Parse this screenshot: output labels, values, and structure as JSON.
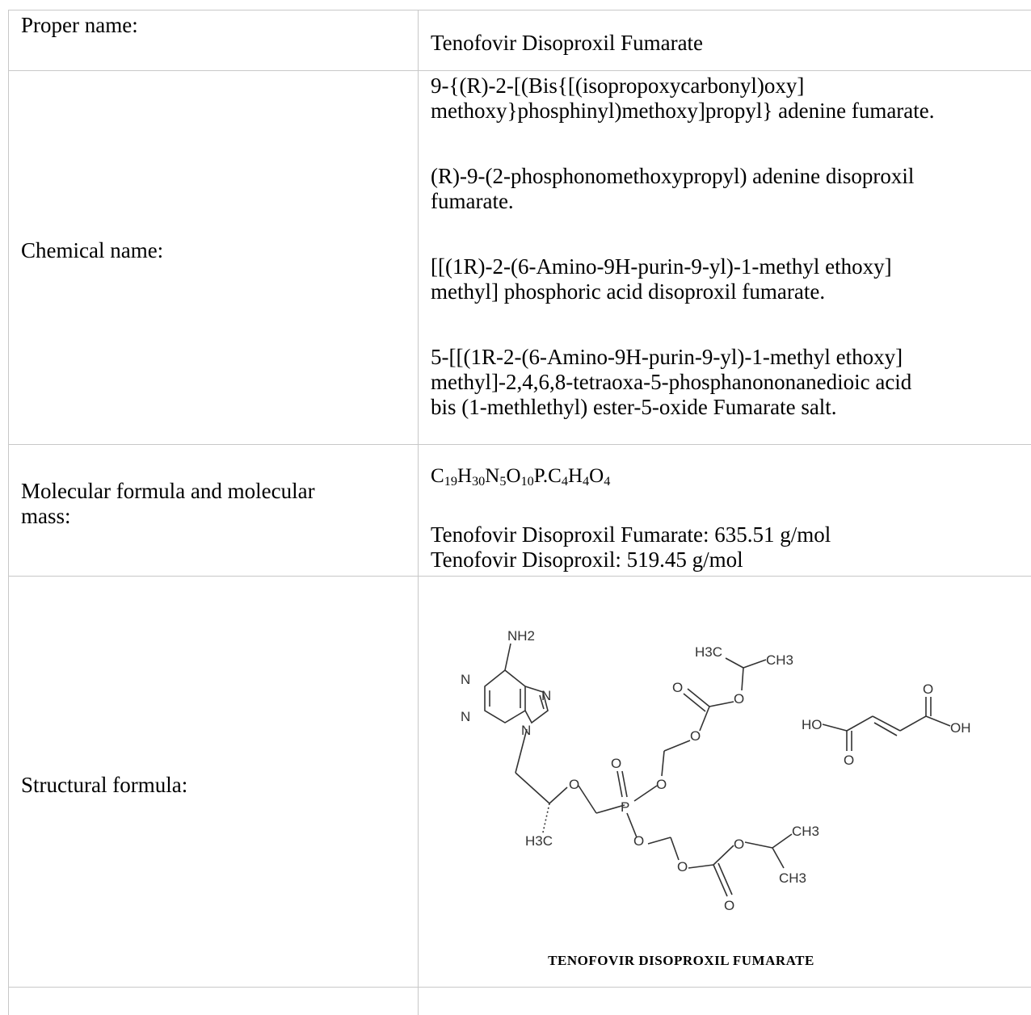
{
  "rows": {
    "proper_name": {
      "label": "Proper name:",
      "value": "Tenofovir Disoproxil Fumarate"
    },
    "chemical_name": {
      "label": "Chemical name:",
      "names": [
        [
          "9-{(R)-2-[(Bis{[(isopropoxycarbonyl)oxy]",
          "methoxy}phosphinyl)methoxy]propyl} adenine fumarate."
        ],
        [
          "(R)-9-(2-phosphonomethoxypropyl) adenine disoproxil",
          "fumarate."
        ],
        [
          "[[(1R)-2-(6-Amino-9H-purin-9-yl)-1-methyl ethoxy]",
          "methyl] phosphoric acid disoproxil fumarate."
        ],
        [
          "5-[[(1R-2-(6-Amino-9H-purin-9-yl)-1-methyl ethoxy]",
          "methyl]-2,4,6,8-tetraoxa-5-phosphanononanedioic acid",
          "bis (1-methlethyl) ester-5-oxide Fumarate salt."
        ]
      ]
    },
    "molecular": {
      "label_line1": "Molecular formula and molecular",
      "label_line2": "mass:",
      "formula_parts": [
        "C",
        "19",
        "H",
        "30",
        "N",
        "5",
        "O",
        "10",
        "P.C",
        "4",
        "H",
        "4",
        "O",
        "4"
      ],
      "mass_1": "Tenofovir Disoproxil Fumarate: 635.51 g/mol",
      "mass_2": "Tenofovir Disoproxil: 519.45 g/mol"
    },
    "structural": {
      "label": "Structural formula:",
      "atoms": {
        "nh2": "NH2",
        "n": "N",
        "o": "O",
        "p": "P",
        "h3c": "H3C",
        "ch3": "CH3",
        "ho": "HO",
        "oh": "OH"
      },
      "caption": "TENOFOVIR DISOPROXIL FUMARATE"
    }
  }
}
